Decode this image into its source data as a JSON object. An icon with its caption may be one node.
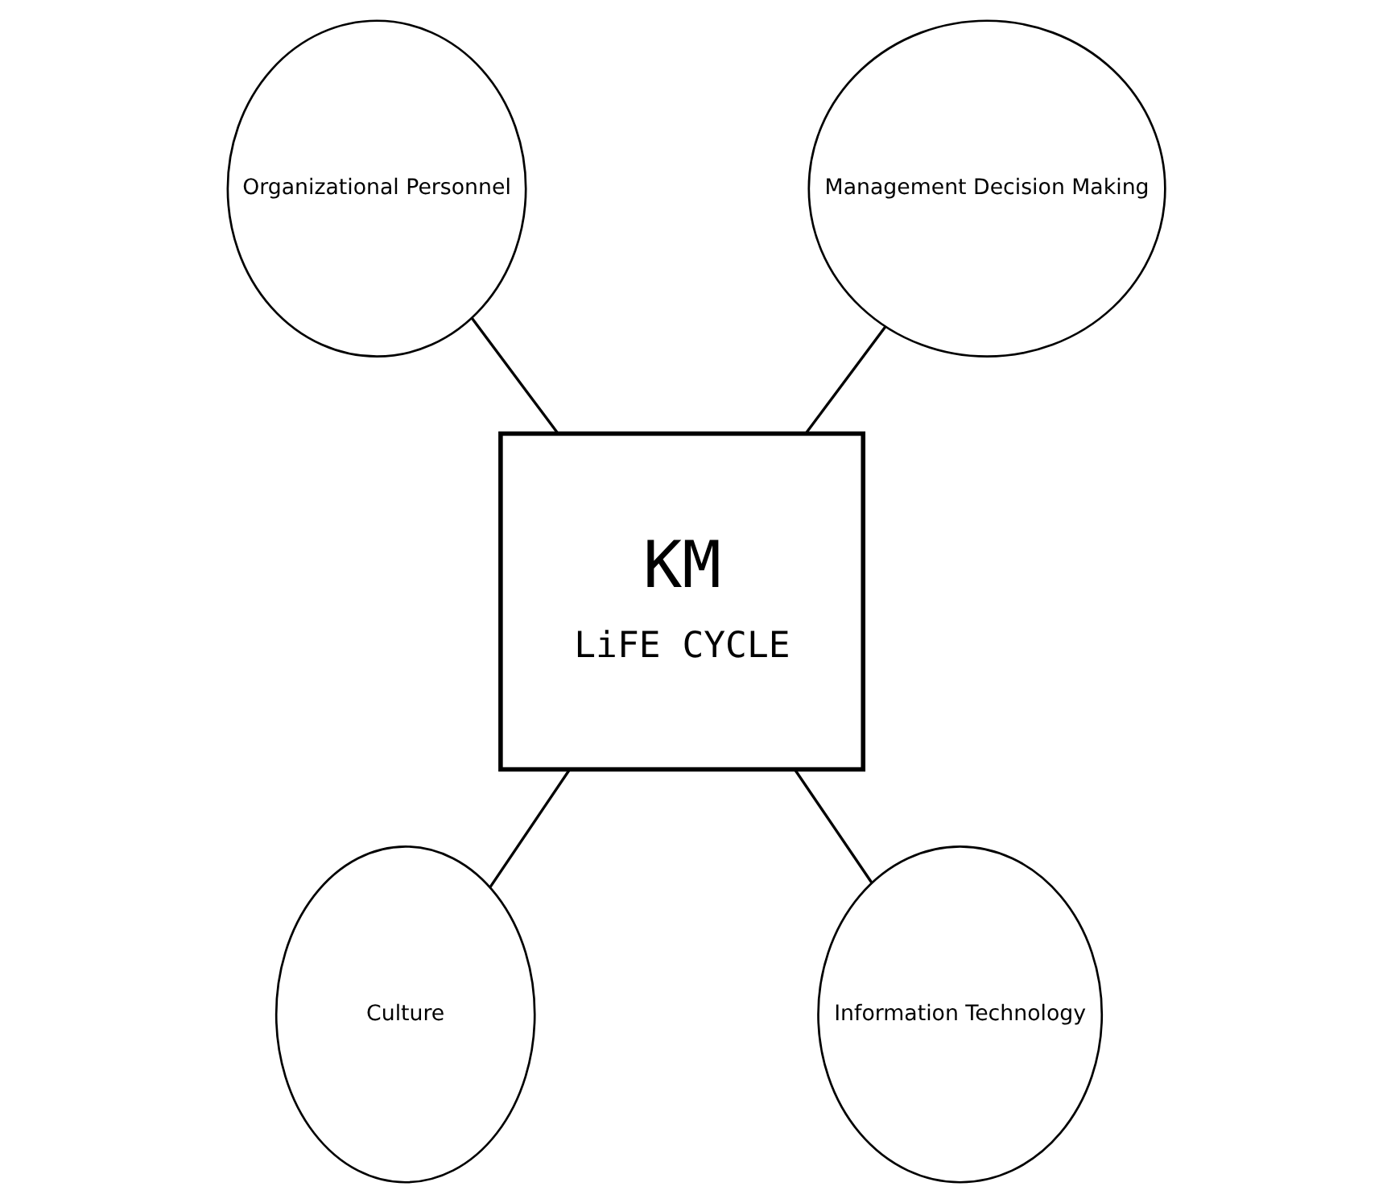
{
  "diagram": {
    "nodes": [
      {
        "text": [
          "Organizational Personnel"
        ]
      },
      {
        "text": [
          "Management Decision Making"
        ]
      },
      {
        "text": [
          "KM",
          "LiFE CYCLE"
        ]
      },
      {
        "text": [
          "Culture"
        ]
      },
      {
        "text": [
          "Information Technology"
        ]
      }
    ],
    "edges": [
      {
        "from": 0,
        "to": 2,
        "arrow": "none"
      },
      {
        "from": 1,
        "to": 2,
        "arrow": "none"
      },
      {
        "from": 3,
        "to": 2,
        "arrow": "none"
      },
      {
        "from": 4,
        "to": 2,
        "arrow": "none"
      }
    ]
  }
}
